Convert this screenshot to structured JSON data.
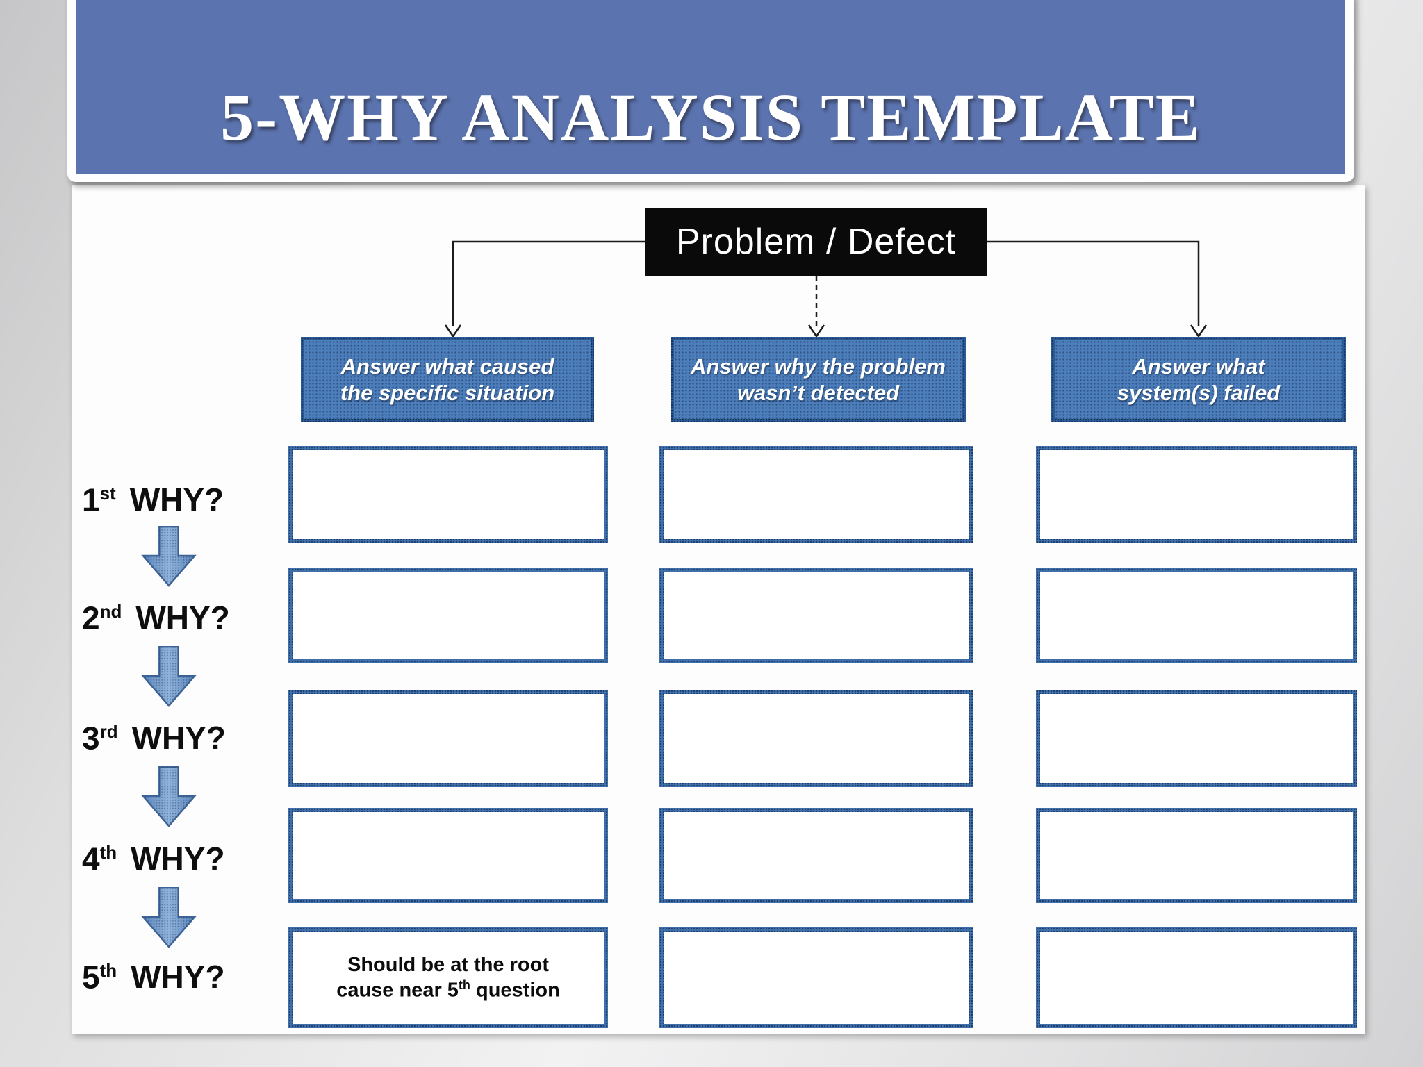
{
  "colors": {
    "banner-blue": "#5b73ae",
    "box-blue": "#4d7ebc",
    "box-blue-border": "#2a5a94",
    "grid-border-blue": "#3f6ea9",
    "arrow-blue": "#6d95c8",
    "black-box": "#0a0a0a"
  },
  "title": "5-WHY ANALYSIS TEMPLATE",
  "problem_label": "Problem / Defect",
  "column_headers": [
    {
      "line1": "Answer what caused",
      "line2": "the specific situation"
    },
    {
      "line1": "Answer why the problem",
      "line2": "wasn’t detected"
    },
    {
      "line1": "Answer what",
      "line2": "system(s) failed"
    }
  ],
  "why_rows": [
    {
      "num": "1",
      "ord": "st",
      "label": "WHY?"
    },
    {
      "num": "2",
      "ord": "nd",
      "label": "WHY?"
    },
    {
      "num": "3",
      "ord": "rd",
      "label": "WHY?"
    },
    {
      "num": "4",
      "ord": "th",
      "label": "WHY?"
    },
    {
      "num": "5",
      "ord": "th",
      "label": "WHY?"
    }
  ],
  "note": {
    "text_start": "Should be at the root cause near 5",
    "sup": "th",
    "text_end": " question"
  }
}
